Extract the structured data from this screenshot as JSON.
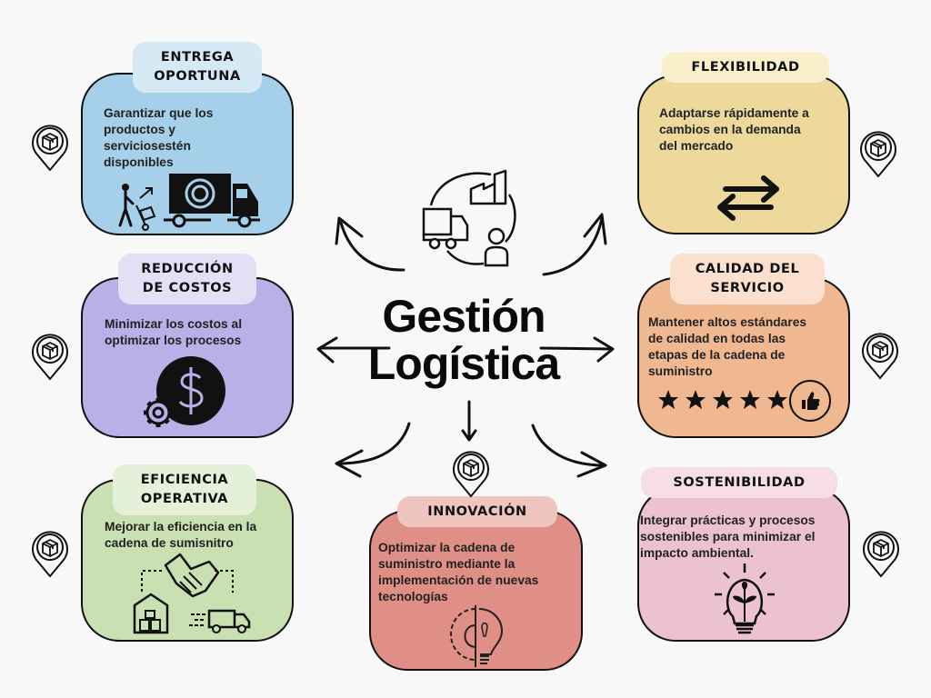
{
  "title": {
    "line1": "Gestión",
    "line2": "Logística"
  },
  "colors": {
    "background": "#f8f8f8",
    "entrega": "#a6cfe9",
    "flexibilidad": "#ecd99b",
    "reduccion": "#b8b0e6",
    "calidad": "#efb891",
    "eficiencia": "#c8e0b2",
    "innovacion": "#df8f86",
    "sostenibilidad": "#ecc1d2"
  },
  "cards": [
    {
      "id": "entrega",
      "title": "ENTREGA\nOPORTUNA",
      "text": "Garantizar que los\nproductos  y\nserviciosestén\ndisponibles",
      "icon": "delivery-truck-icon"
    },
    {
      "id": "flexibilidad",
      "title": "FLEXIBILIDAD",
      "text": "Adaptarse rápidamente a\ncambios en la demanda\ndel mercado",
      "icon": "exchange-arrows-icon"
    },
    {
      "id": "reduccion",
      "title": "REDUCCIÓN\nDE COSTOS",
      "text": "Minimizar los costos al\noptimizar los procesos",
      "icon": "dollar-gear-icon"
    },
    {
      "id": "calidad",
      "title": "CALIDAD DEL\nSERVICIO",
      "text": "Mantener altos estándares\nde calidad en todas las\netapas de la cadena de\nsuministro",
      "icon": "five-stars-thumbs-up-icon"
    },
    {
      "id": "eficiencia",
      "title": "EFICIENCIA\nOPERATIVA",
      "text": "Mejorar la eficiencia en la\ncadena de sumisnitro",
      "icon": "handshake-warehouse-truck-icon"
    },
    {
      "id": "innovacion",
      "title": "INNOVACIÓN",
      "text": "Optimizar la cadena de\nsuministro mediante la\nimplementación de nuevas\ntecnologías",
      "icon": "gear-lightbulb-icon"
    },
    {
      "id": "sostenibilidad",
      "title": "SOSTENIBILIDAD",
      "text": " Integrar prácticas y procesos\nsostenibles para minimizar el\nimpacto ambiental.",
      "icon": "plant-lightbulb-icon"
    }
  ],
  "center_icon": "supply-chain-cycle-icon",
  "pin_icon": "package-location-pin-icon"
}
